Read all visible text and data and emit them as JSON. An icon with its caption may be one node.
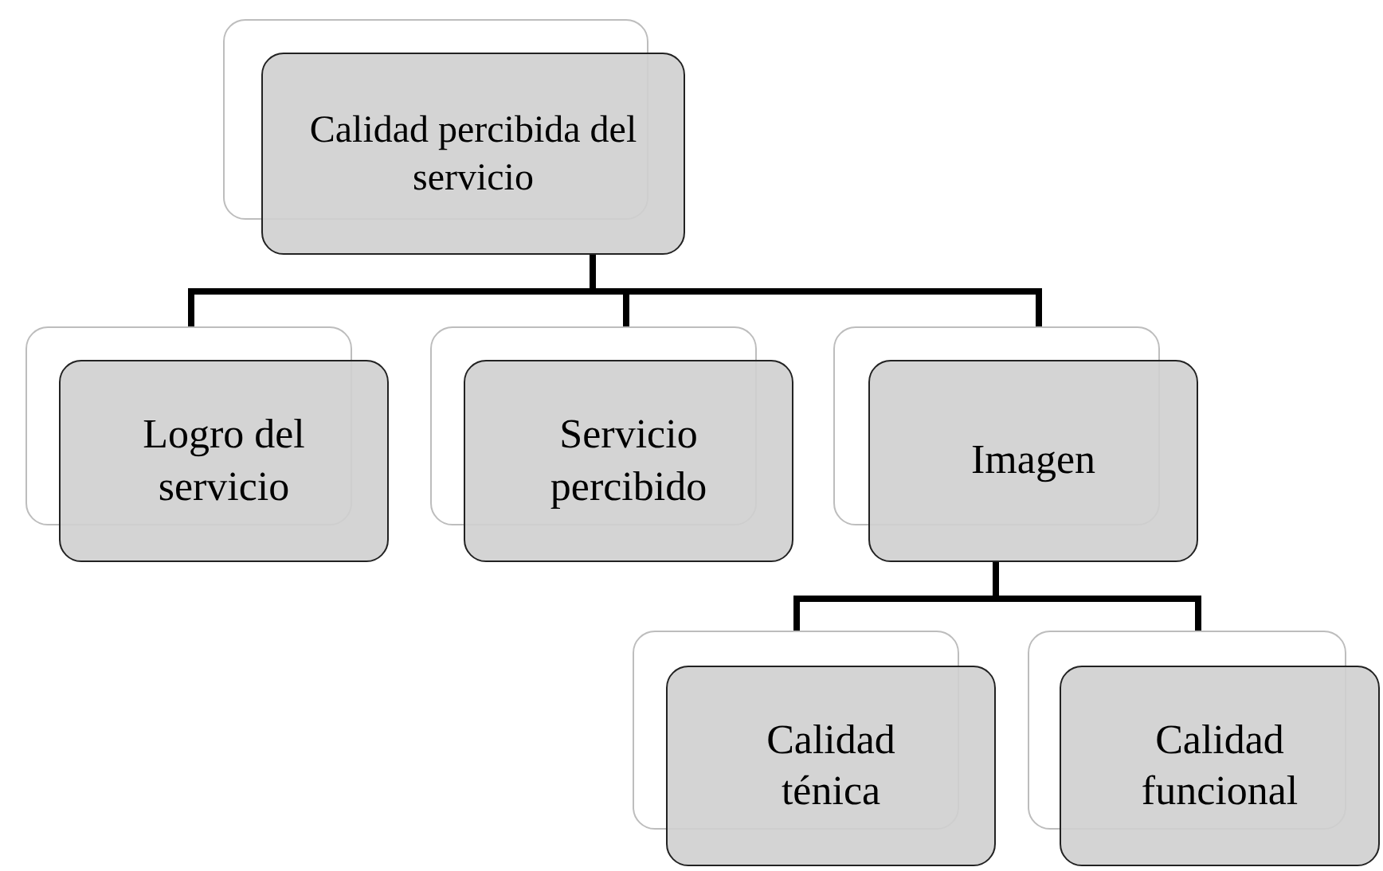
{
  "diagram": {
    "nodes": [
      {
        "text": [
          "Calidad percibida del servicio"
        ]
      },
      {
        "text": [
          "Logro del servicio"
        ]
      },
      {
        "text": [
          "Servicio percibido"
        ]
      },
      {
        "text": [
          "Imagen"
        ]
      },
      {
        "text": [
          "Calidad ténica"
        ]
      },
      {
        "text": [
          "Calidad funcional"
        ]
      }
    ],
    "edges": [
      {
        "from": 0,
        "to": 1,
        "arrow": "none"
      },
      {
        "from": 0,
        "to": 2,
        "arrow": "none"
      },
      {
        "from": 0,
        "to": 3,
        "arrow": "none"
      },
      {
        "from": 3,
        "to": 4,
        "arrow": "none"
      },
      {
        "from": 3,
        "to": 5,
        "arrow": "none"
      }
    ]
  }
}
